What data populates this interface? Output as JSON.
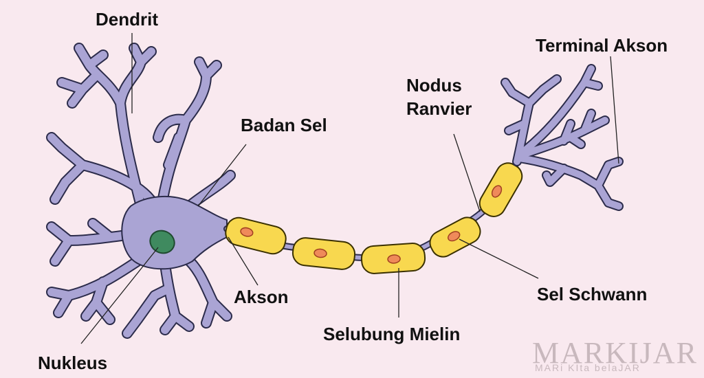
{
  "labels": {
    "dendrit": "Dendrit",
    "terminal_akson": "Terminal Akson",
    "nodus": "Nodus",
    "ranvier": "Ranvier",
    "badan_sel": "Badan Sel",
    "akson": "Akson",
    "sel_schwann": "Sel Schwann",
    "selubung_mielin": "Selubung Mielin",
    "nukleus": "Nukleus"
  },
  "watermark": {
    "title": "MARKIJAR",
    "subtitle": "MARi KIta belaJAR"
  },
  "colors": {
    "background": "#f9e9ef",
    "neuron_body": "#aaa4d4",
    "neuron_outline": "#2b2b4a",
    "myelin": "#f8d84f",
    "myelin_outline": "#3a3000",
    "schwann_nucleus": "#ef8a5a",
    "cell_nucleus": "#3f8a5f",
    "leader_line": "#222222",
    "watermark": "#c8b8bd"
  }
}
